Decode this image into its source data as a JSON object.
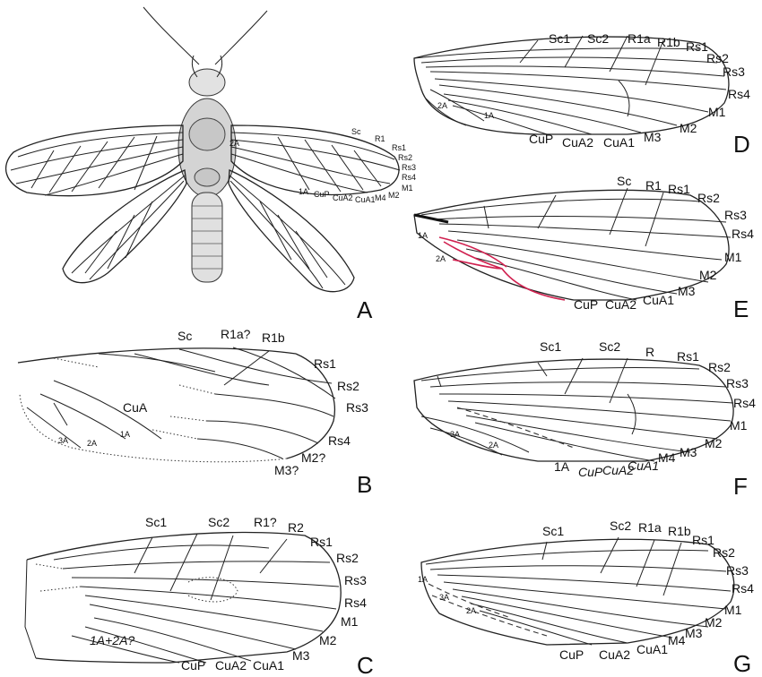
{
  "colors": {
    "ink": "#222222",
    "highlight_vein": "#d0204f",
    "body_fill": "#d9d9d9"
  },
  "panels": {
    "A": {
      "letter": "A",
      "labels": [
        "Sc",
        "R1",
        "Rs1",
        "Rs2",
        "Rs3",
        "Rs4",
        "M1",
        "M2",
        "M4",
        "CuA1",
        "CuA2",
        "CuP",
        "1A",
        "2A"
      ]
    },
    "B": {
      "letter": "B",
      "labels": [
        "Sc",
        "R1a?",
        "R1b",
        "Rs1",
        "Rs2",
        "Rs3",
        "Rs4",
        "M2?",
        "M3?",
        "CuA",
        "1A",
        "2A",
        "3A"
      ]
    },
    "C": {
      "letter": "C",
      "labels": [
        "Sc1",
        "Sc2",
        "R1?",
        "R2",
        "Rs1",
        "Rs2",
        "Rs3",
        "Rs4",
        "M1",
        "M2",
        "M3",
        "CuA1",
        "CuA2",
        "CuP",
        "1A+2A?"
      ]
    },
    "D": {
      "letter": "D",
      "labels": [
        "Sc1",
        "Sc2",
        "R1a",
        "R1b",
        "Rs1",
        "Rs2",
        "Rs3",
        "Rs4",
        "M1",
        "M2",
        "M3",
        "CuA1",
        "CuA2",
        "CuP",
        "1A",
        "2A"
      ]
    },
    "E": {
      "letter": "E",
      "labels": [
        "Sc",
        "R1",
        "Rs1",
        "Rs2",
        "Rs3",
        "Rs4",
        "M1",
        "M2",
        "M3",
        "CuA1",
        "CuA2",
        "CuP",
        "1A",
        "2A"
      ]
    },
    "F": {
      "letter": "F",
      "labels": [
        "Sc1",
        "Sc2",
        "R",
        "Rs1",
        "Rs2",
        "Rs3",
        "Rs4",
        "M1",
        "M2",
        "M3",
        "M4",
        "CuA1",
        "CuA2",
        "CuP",
        "1A",
        "2A",
        "3A"
      ]
    },
    "G": {
      "letter": "G",
      "labels": [
        "Sc1",
        "Sc2",
        "R1a",
        "R1b",
        "Rs1",
        "Rs2",
        "Rs3",
        "Rs4",
        "M1",
        "M2",
        "M3",
        "M4",
        "CuA1",
        "CuA2",
        "CuP",
        "1A",
        "2A",
        "3A"
      ]
    }
  }
}
